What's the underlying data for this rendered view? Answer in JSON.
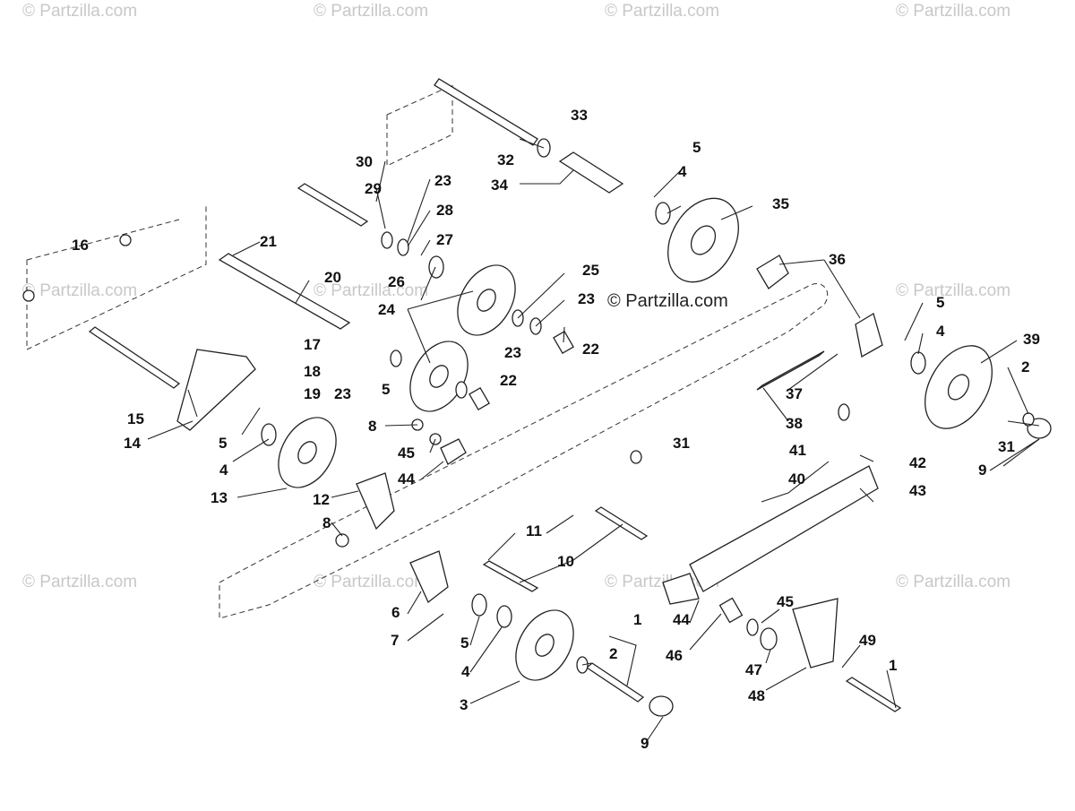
{
  "watermark": {
    "text": "© Partzilla.com",
    "center_text": "© Partzilla.com"
  },
  "labels": [
    "1",
    "1",
    "2",
    "2",
    "3",
    "4",
    "4",
    "4",
    "4",
    "5",
    "5",
    "5",
    "5",
    "5",
    "6",
    "7",
    "8",
    "8",
    "9",
    "9",
    "10",
    "11",
    "12",
    "13",
    "14",
    "15",
    "16",
    "17",
    "18",
    "19",
    "20",
    "21",
    "22",
    "22",
    "23",
    "23",
    "23",
    "23",
    "24",
    "25",
    "26",
    "27",
    "28",
    "29",
    "30",
    "31",
    "31",
    "32",
    "33",
    "34",
    "35",
    "36",
    "37",
    "38",
    "39",
    "40",
    "41",
    "42",
    "43",
    "44",
    "44",
    "45",
    "45",
    "46",
    "47",
    "48",
    "49"
  ],
  "colors": {
    "line": "#222222",
    "watermark": "#c8c8c8",
    "background": "#ffffff"
  }
}
